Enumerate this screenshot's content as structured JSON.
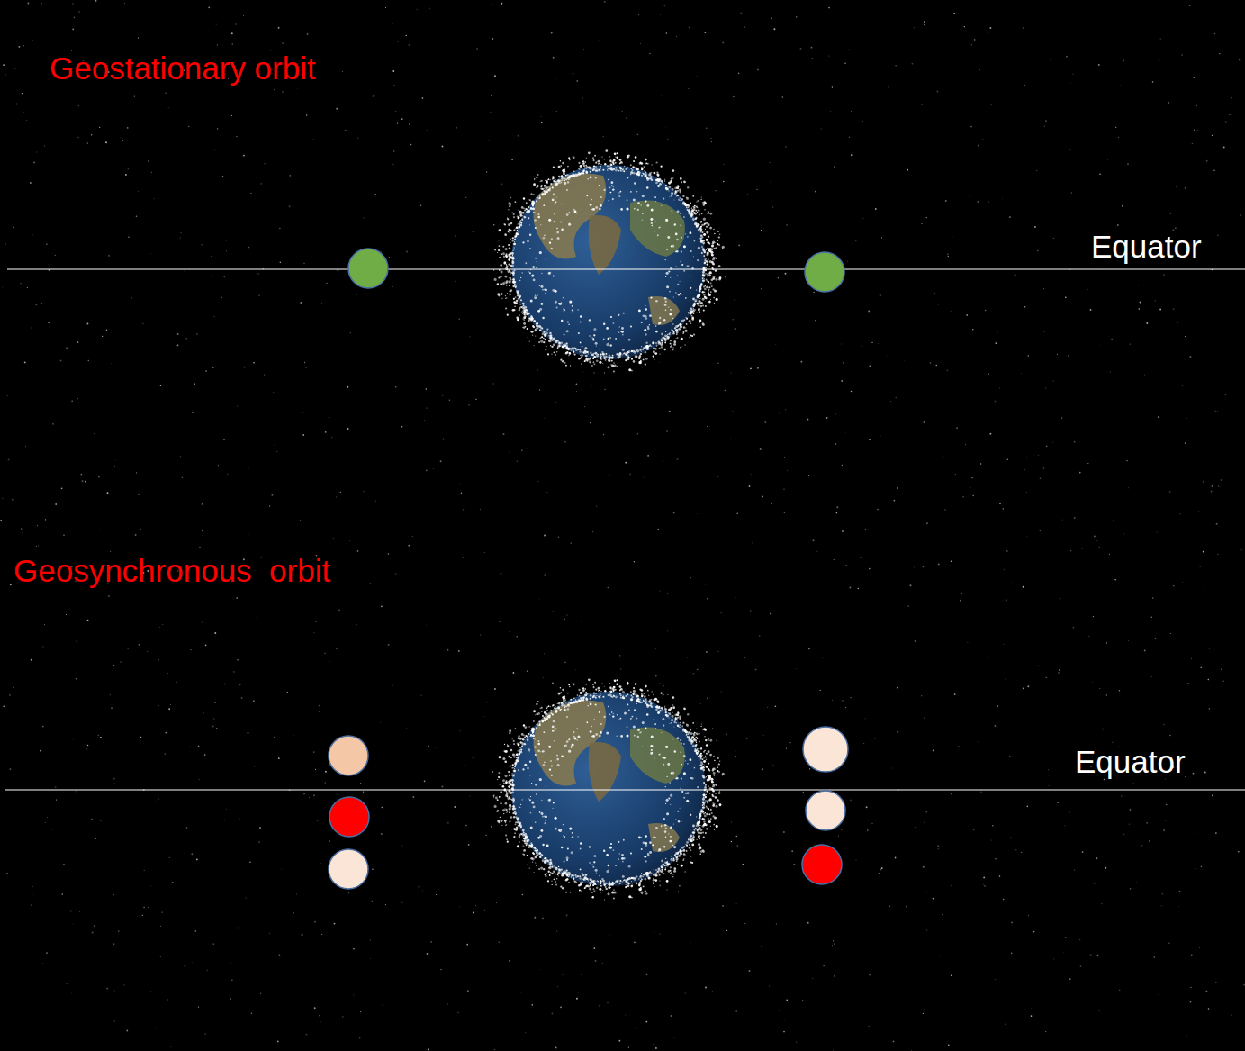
{
  "diagram": {
    "labels": [
      "Geostationary orbit",
      "Equator",
      "Geosynchronous  orbit",
      "Equator"
    ]
  }
}
